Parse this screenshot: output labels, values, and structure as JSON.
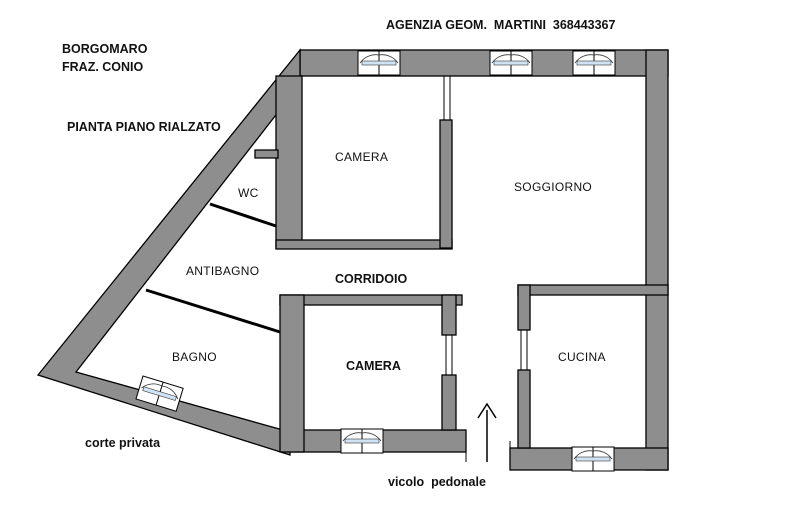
{
  "header": {
    "agency": "AGENZIA GEOM.  MARTINI  368443367",
    "town": "BORGOMARO",
    "locality": "FRAZ. CONIO",
    "plan_title": "PIANTA PIANO RIALZATO"
  },
  "rooms": {
    "camera_top": "CAMERA",
    "soggiorno": "SOGGIORNO",
    "wc": "WC",
    "antibagno": "ANTIBAGNO",
    "corridoio": "CORRIDOIO",
    "bagno": "BAGNO",
    "camera_bottom": "CAMERA",
    "cucina": "CUCINA"
  },
  "surroundings": {
    "courtyard": "corte privata",
    "alley": "vicolo  pedonale"
  },
  "colors": {
    "wall": "#8e8e8e",
    "outline": "#000000"
  }
}
